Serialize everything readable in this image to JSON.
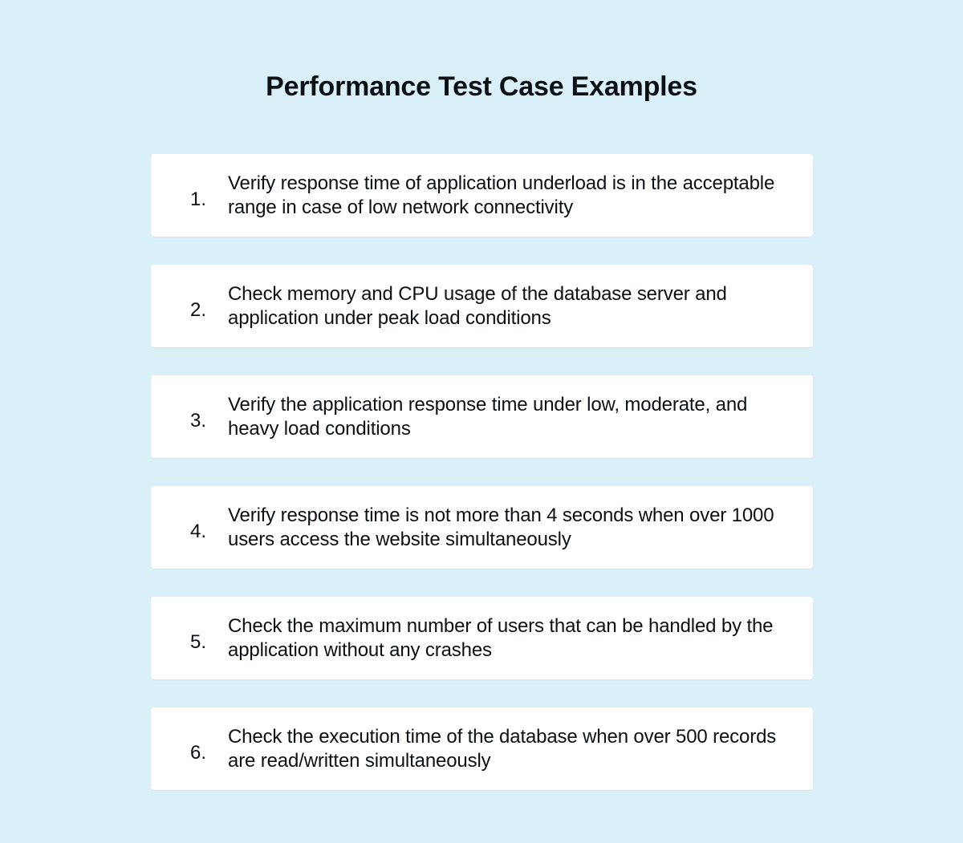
{
  "page": {
    "title": "Performance Test Case Examples",
    "background_color": "#d9f0f8",
    "card_color": "#ffffff",
    "text_color": "#0c1116"
  },
  "cases": [
    {
      "number": "1.",
      "text": "Verify response time of application underload is in the acceptable range in case of low network connectivity"
    },
    {
      "number": "2.",
      "text": "Check memory and CPU usage of the database server and application under peak load conditions"
    },
    {
      "number": "3.",
      "text": "Verify the application response time under low, moderate, and heavy load conditions"
    },
    {
      "number": "4.",
      "text": "Verify response time is not more than 4 seconds when over 1000 users access the website simultaneously"
    },
    {
      "number": "5.",
      "text": "Check the maximum number of users that can be handled by the application without any crashes"
    },
    {
      "number": "6.",
      "text": "Check the execution time of the database when over 500 records are read/written simultaneously"
    }
  ]
}
